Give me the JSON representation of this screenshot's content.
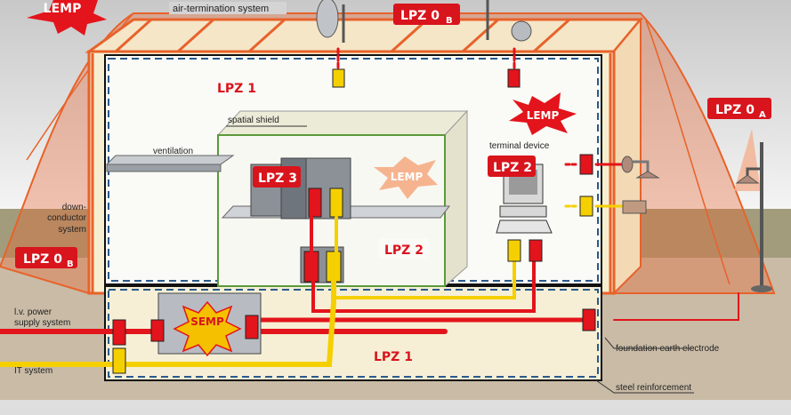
{
  "labels": {
    "air_termination": "air-termination system",
    "spatial_shield": "spatial shield",
    "ventilation": "ventilation",
    "terminal_device": "terminal device",
    "down_conductor": [
      "down-",
      "conductor",
      "system"
    ],
    "lv_power": [
      "l.v. power",
      "supply system"
    ],
    "it_system": "IT system",
    "foundation": "foundation earth electrode",
    "steel": "steel reinforcement"
  },
  "zones": {
    "lpz0b_top": "LPZ 0",
    "lpz0b_top_sub": "B",
    "lpz0b_left": "LPZ 0",
    "lpz0b_left_sub": "B",
    "lpz0a": "LPZ 0",
    "lpz0a_sub": "A",
    "lpz1_top": "LPZ 1",
    "lpz1_bottom": "LPZ 1",
    "lpz2_inner": "LPZ 2",
    "lpz2_terminal": "LPZ 2",
    "lpz3": "LPZ 3"
  },
  "bursts": {
    "lemp_top": "LEMP",
    "lemp_mid": "LEMP",
    "lemp_inner": "LEMP",
    "semp": "SEMP"
  },
  "colors": {
    "power_line": "#e3141b",
    "it_line": "#f5d000",
    "lightning_orange": "#e8622a",
    "zone_badge": "#d8141c",
    "shield_green": "#5a9a3a"
  }
}
